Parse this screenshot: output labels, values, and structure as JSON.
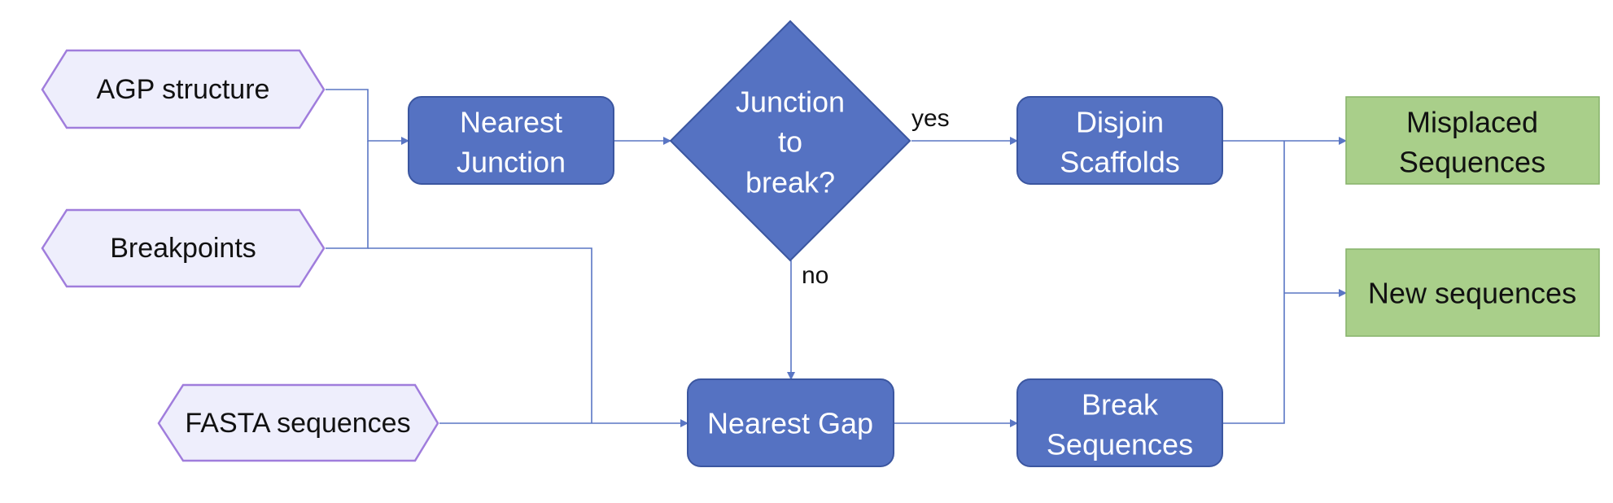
{
  "nodes": {
    "agp": {
      "label": "AGP structure"
    },
    "breakpoints": {
      "label": "Breakpoints"
    },
    "fasta": {
      "label": "FASTA sequences"
    },
    "nearest_junction": {
      "line1": "Nearest",
      "line2": "Junction"
    },
    "junction_decision": {
      "line1": "Junction",
      "line2": "to",
      "line3": "break?"
    },
    "disjoin": {
      "line1": "Disjoin",
      "line2": "Scaffolds"
    },
    "nearest_gap": {
      "label": "Nearest Gap"
    },
    "break_sequences": {
      "line1": "Break",
      "line2": "Sequences"
    },
    "misplaced": {
      "line1": "Misplaced",
      "line2": "Sequences"
    },
    "new_sequences": {
      "label": "New sequences"
    }
  },
  "edges": {
    "yes_label": "yes",
    "no_label": "no"
  },
  "colors": {
    "input_fill": "#eeeefc",
    "input_border": "#a07ddc",
    "process_fill": "#5572c2",
    "output_fill": "#a9cf8a",
    "connector": "#5a76c4"
  }
}
